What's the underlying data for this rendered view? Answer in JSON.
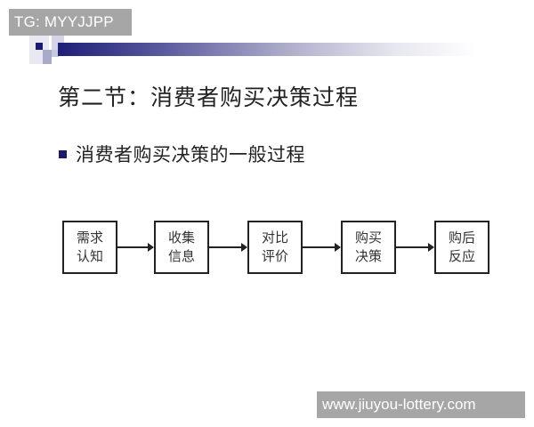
{
  "overlay": {
    "tg_label": "TG: MYYJJPP",
    "watermark": "www.jiuyou-lottery.com"
  },
  "slide": {
    "title": "第二节：消费者购买决策过程",
    "bullet": {
      "icon": "square-bullet-icon",
      "text": "消费者购买决策的一般过程"
    },
    "accent_color": "#1a1a6e",
    "flow": {
      "steps": [
        {
          "line1": "需求",
          "line2": "认知"
        },
        {
          "line1": "收集",
          "line2": "信息"
        },
        {
          "line1": "对比",
          "line2": "评价"
        },
        {
          "line1": "购买",
          "line2": "决策"
        },
        {
          "line1": "购后",
          "line2": "反应"
        }
      ],
      "connector": "arrow-right"
    }
  }
}
